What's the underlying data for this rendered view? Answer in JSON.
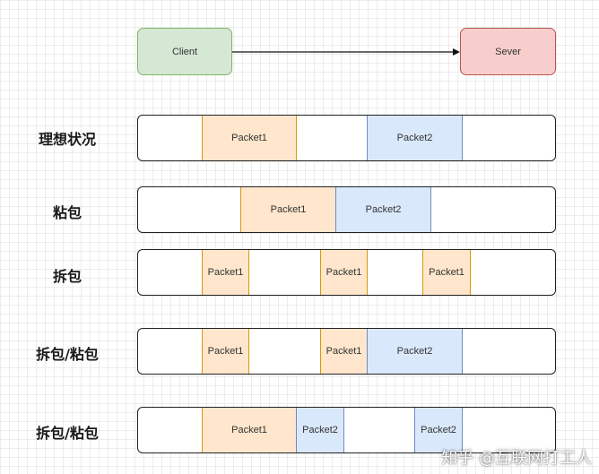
{
  "nodes": {
    "client": "Client",
    "server": "Sever"
  },
  "rows": [
    {
      "label": "理想状况",
      "packets": [
        {
          "text": "Packet1",
          "kind": "orange"
        },
        {
          "text": "Packet2",
          "kind": "blue"
        }
      ]
    },
    {
      "label": "粘包",
      "packets": [
        {
          "text": "Packet1",
          "kind": "orange"
        },
        {
          "text": "Packet2",
          "kind": "blue"
        }
      ]
    },
    {
      "label": "拆包",
      "packets": [
        {
          "text": "Packet1",
          "kind": "orange"
        },
        {
          "text": "Packet1",
          "kind": "orange"
        },
        {
          "text": "Packet1",
          "kind": "orange"
        }
      ]
    },
    {
      "label": "拆包/粘包",
      "packets": [
        {
          "text": "Packet1",
          "kind": "orange"
        },
        {
          "text": "Packet1",
          "kind": "orange"
        },
        {
          "text": "Packet2",
          "kind": "blue"
        }
      ]
    },
    {
      "label": "拆包/粘包",
      "packets": [
        {
          "text": "Packet1",
          "kind": "orange"
        },
        {
          "text": "Packet2",
          "kind": "blue"
        },
        {
          "text": "Packet2",
          "kind": "blue"
        }
      ]
    }
  ],
  "watermark": "知乎 @互联网打工人"
}
